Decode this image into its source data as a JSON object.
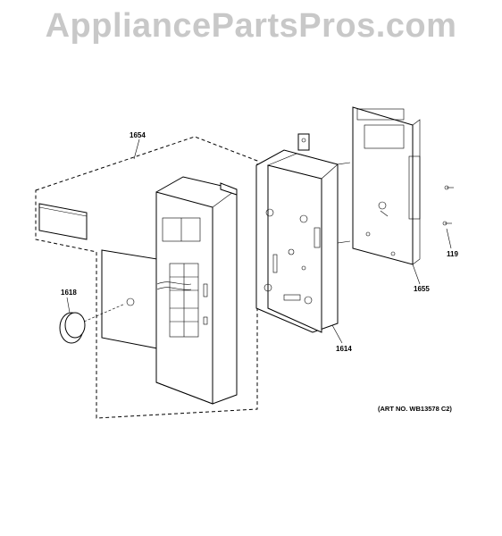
{
  "watermark": "AppliancePartsPros.com",
  "callouts": {
    "assembly": "1654",
    "knob": "1618",
    "bracket": "1614",
    "board": "1655",
    "screw": "119"
  },
  "art_number": "(ART NO. WB13578 C2)"
}
